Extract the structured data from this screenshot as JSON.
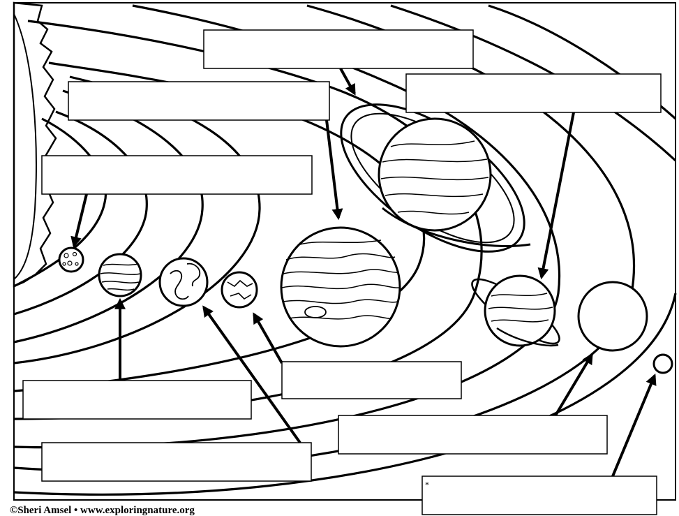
{
  "worksheet": {
    "credit": "©Sheri Amsel • www.exploringnature.org",
    "star_mark": "*"
  },
  "label_boxes": [
    {
      "id": "top-center",
      "text": ""
    },
    {
      "id": "upper-left",
      "text": ""
    },
    {
      "id": "upper-right",
      "text": ""
    },
    {
      "id": "mid-left",
      "text": ""
    },
    {
      "id": "lower-left-1",
      "text": ""
    },
    {
      "id": "lower-center",
      "text": ""
    },
    {
      "id": "lower-left-2",
      "text": ""
    },
    {
      "id": "lower-right",
      "text": ""
    },
    {
      "id": "bottom-right",
      "text": ""
    }
  ],
  "planets": [
    {
      "id": "mercury",
      "icon": "cratered-planet-icon"
    },
    {
      "id": "venus",
      "icon": "banded-planet-icon"
    },
    {
      "id": "earth",
      "icon": "continents-planet-icon"
    },
    {
      "id": "mars",
      "icon": "cracked-planet-icon"
    },
    {
      "id": "jupiter",
      "icon": "banded-giant-icon"
    },
    {
      "id": "saturn",
      "icon": "ringed-planet-icon"
    },
    {
      "id": "uranus",
      "icon": "small-ringed-planet-icon"
    },
    {
      "id": "neptune",
      "icon": "plain-planet-icon"
    },
    {
      "id": "pluto",
      "icon": "dwarf-planet-icon"
    }
  ]
}
